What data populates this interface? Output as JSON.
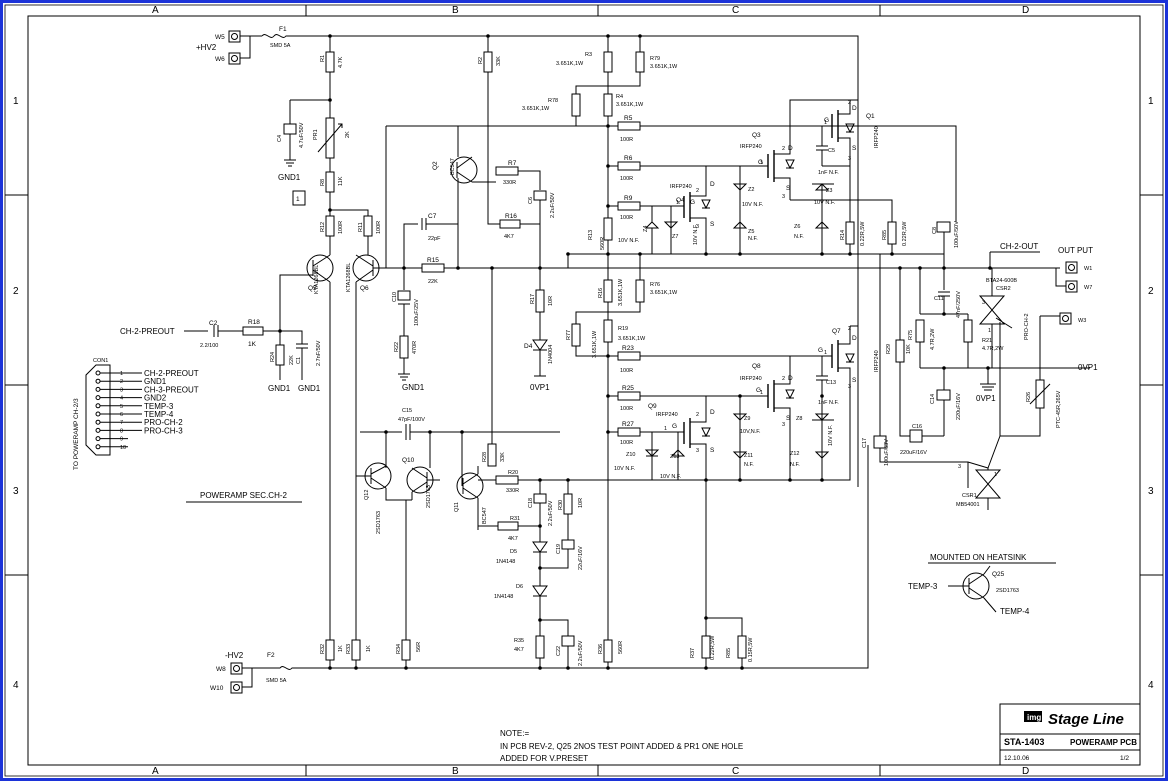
{
  "grid": {
    "columns": [
      "A",
      "B",
      "C",
      "D"
    ],
    "rows": [
      "1",
      "2",
      "3",
      "4"
    ]
  },
  "supply": {
    "pos_rail": "+HV2",
    "neg_rail": "-HV2",
    "fuse_top": "F1",
    "fuse_top_val": "SMD 5A",
    "fuse_bot": "F2",
    "fuse_bot_val": "SMD 5A",
    "w5": "W5",
    "w6": "W6",
    "w8": "W8",
    "w10": "W10"
  },
  "connector": {
    "name": "CON1",
    "side_label": "TO POWERAMP CH-2/3",
    "pins": [
      "1",
      "2",
      "3",
      "4",
      "5",
      "6",
      "7",
      "8",
      "9",
      "10"
    ],
    "signals": [
      "CH-2-PREOUT",
      "GND1",
      "CH-3-PREOUT",
      "GND2",
      "TEMP-3",
      "TEMP-4",
      "PRO-CH-2",
      "PRO-CH-3"
    ]
  },
  "input": {
    "label": "CH-2-PREOUT",
    "c2": "C2",
    "c2_val": "2.2/100",
    "r18": "R18",
    "r18_val": "1K",
    "r24": "R24",
    "r24_val": "22K",
    "c1": "C1",
    "c1_val": "2.7nF/50V",
    "gnd1a": "GND1",
    "gnd1b": "GND1"
  },
  "bias": {
    "r1": "R1",
    "r1_val": "4.7K",
    "c4": "C4",
    "c4_val": "4.7uF/50V",
    "pr1": "PR1",
    "pr1_val": "2K",
    "gnd": "GND1",
    "r8": "R8",
    "r8_val": "11K",
    "testpoint": "1",
    "r12": "R12",
    "r12_val": "100R",
    "r11": "R11",
    "r11_val": "100R",
    "q5": "Q5",
    "q5_type": "KTA1268BL",
    "q6": "Q6",
    "q6_type": "KTA1268BL",
    "c7": "C7",
    "c7_val": "22pF",
    "r15": "R15",
    "r15_val": "22K",
    "c10": "C10",
    "c10_val": "100uF/25V",
    "r22": "R22",
    "r22_val": "470R",
    "gnd_b": "GND1"
  },
  "upper_driver": {
    "r2": "R2",
    "r2_val": "33K",
    "q2": "Q2",
    "q2_type": "BC547",
    "r7": "R7",
    "r7_val": "330R",
    "c6": "C6",
    "c6_val": "2.2uF/50V",
    "r16": "R16",
    "r16_val": "4K7",
    "r17": "R17",
    "r17_val": "10R",
    "d4": "D4",
    "d4_type": "1N4004",
    "ovp": "0VP1",
    "r3": "R3",
    "r3_val": "3.651K,1W",
    "r79": "R79",
    "r79_val": "3.651K,1W",
    "r78": "R78",
    "r78_val": "3.651K,1W",
    "r4": "R4",
    "r4_val": "3.651K,1W",
    "r5": "R5",
    "r5_val": "100R",
    "r6": "R6",
    "r6_val": "100R",
    "r9": "R9",
    "r9_val": "100R",
    "r13": "R13",
    "r13_val": "560R",
    "nf1": "10V N.F.",
    "z4": "Z4",
    "z7": "Z7",
    "z7_val": "10V N.F.",
    "q4": "Q4",
    "q4_type": "IRFP240",
    "z2": "Z2",
    "z2_val": "10V N.F.",
    "z5": "Z5",
    "z5_val": "N.F.",
    "q3": "Q3",
    "q3_type": "IRFP240",
    "c5": "C5",
    "c5_val": "1nF N.F.",
    "z3": "Z3",
    "z3_val": "10V N.F.",
    "z6": "Z6",
    "z6_val": "N.F.",
    "q1": "Q1",
    "q1_type": "IRFP240",
    "r14": "R14",
    "r14_val": "0.22R,5W",
    "r85": "R85",
    "r85_val": "0.22R,5W"
  },
  "lower_driver": {
    "r76": "R76",
    "r76_val": "3.651K,1W",
    "r16b": "R16",
    "r16b_val": "3.651K,1W",
    "r77": "R77",
    "r77_val": "3.651K,1W",
    "r19": "R19",
    "r19_val": "3.651K,1W",
    "r23": "R23",
    "r23_val": "100R",
    "r25": "R25",
    "r25_val": "100R",
    "r27": "R27",
    "r27_val": "100R",
    "q8": "Q8",
    "q8_type": "IRFP240",
    "q7": "Q7",
    "q7_type": "IRFP240",
    "q9": "Q9",
    "q9_type": "IRFP240",
    "c13": "C13",
    "c13_val": "1nF N.F.",
    "z9": "Z9",
    "z9_val": "10V,N.F.",
    "z8": "Z8",
    "z8_val": "10V N.F.",
    "z10": "Z10",
    "z10_val": "10V N.F.",
    "z13": "Z13",
    "z13_val": "10V N.F.",
    "z11": "Z11",
    "z11_val": "N.F.",
    "z12": "Z12",
    "z12_val": "N.F.",
    "c15": "C15",
    "c15_val": "47pF/100V",
    "q10": "Q10",
    "q10_type": "2SD1763",
    "q12": "Q12",
    "q12_type": "2SD1763",
    "q11": "Q11",
    "q11_type": "BC547",
    "r28": "R28",
    "r28_val": "33K",
    "r20": "R20",
    "r20_val": "330R",
    "c18": "C18",
    "c18_val": "2.2uF/50V",
    "r30": "R30",
    "r30_val": "10R",
    "r31": "R31",
    "r31_val": "4K7",
    "d5": "D5",
    "d5_type": "1N4148",
    "c19": "C19",
    "c19_val": "22uF/16V",
    "d6": "D6",
    "d6_type": "1N4148",
    "r35": "R35",
    "r35_val": "4K7",
    "c22": "C22",
    "c22_val": "2.2uF/50V",
    "r36": "R36",
    "r36_val": "560R",
    "r37": "R37",
    "r37_val": "0.22R,5W",
    "r85b": "R85",
    "r85b_val": "0.15R,5W",
    "r32": "R32",
    "r32_val": "1K",
    "r33": "R33",
    "r33_val": "1K",
    "r34": "R34",
    "r34_val": "56R",
    "section": "POWERAMP SEC.CH-2"
  },
  "output": {
    "c8": "C8",
    "c8_val": "100uF/50V",
    "ch_out": "CH-2-OUT",
    "out_put": "OUT PUT",
    "w1": "W1",
    "w7": "W7",
    "w3": "W3",
    "csr2": "CSR2",
    "csr2_type": "BTA24-600B",
    "c11": "C11",
    "c11_val": "47nF/250V",
    "r75": "R75",
    "r75_val": "4.7R,2W",
    "r21": "R21",
    "r21_val": "4.7R,2W",
    "r29": "R29",
    "r29_val": "10K",
    "ovp": "0VP1",
    "ovp_right": "0VP1",
    "pro": "PRO-CH-2",
    "c17": "C17",
    "c17_val": "100uF/63V",
    "c16": "C16",
    "c16_val": "220uF/16V",
    "c14": "C14",
    "c14_val": "220uF/16V",
    "r26": "R26",
    "r26_val": "PTC-45R,265V",
    "csr1": "CSR1",
    "csr1_type": "MB54001",
    "pin3": "3",
    "pin1": "1"
  },
  "heatsink": {
    "title": "MOUNTED ON HEATSINK",
    "q25": "Q25",
    "q25_type": "2SD1763",
    "temp3": "TEMP-3",
    "temp4": "TEMP-4"
  },
  "note": {
    "title": "NOTE:=",
    "line1": "IN PCB REV-2, Q25 2NOS TEST POINT ADDED & PR1 ONE HOLE",
    "line2": "ADDED FOR V.PRESET"
  },
  "title_block": {
    "logo_badge": "img",
    "brand": "Stage Line",
    "doc_no": "STA-1403",
    "doc_title": "POWERAMP PCB",
    "date": "12.10.06",
    "sheet": "1/2"
  },
  "colors": {
    "frame": "#1c33d8",
    "ink": "#000000",
    "paper": "#ffffff"
  }
}
